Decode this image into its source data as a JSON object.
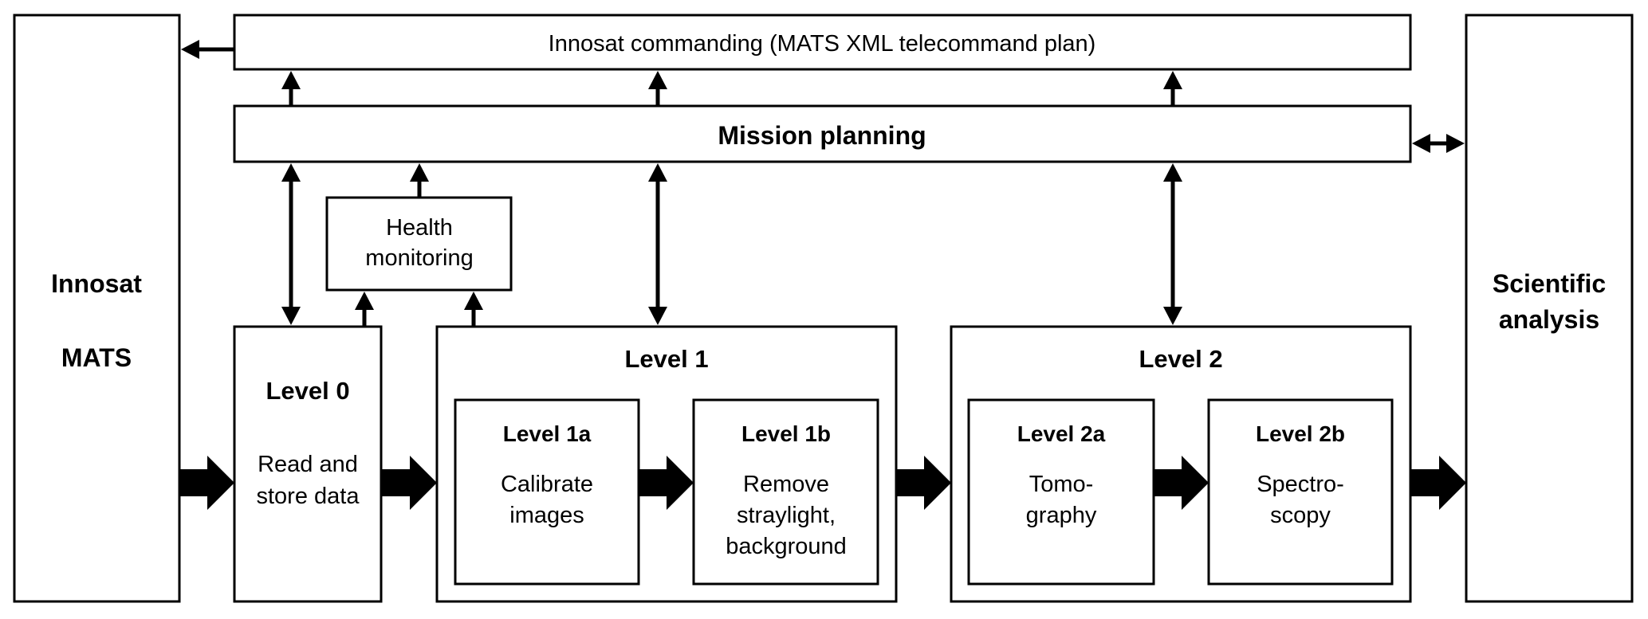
{
  "diagram": {
    "innosat": {
      "line1": "Innosat",
      "line2": "MATS"
    },
    "scientific": {
      "line1": "Scientific",
      "line2": "analysis"
    },
    "commanding": {
      "label": "Innosat commanding (MATS XML telecommand plan)"
    },
    "mission_planning": {
      "label": "Mission planning"
    },
    "health": {
      "line1": "Health",
      "line2": "monitoring"
    },
    "level0": {
      "title": "Level 0",
      "line1": "Read and",
      "line2": "store data"
    },
    "level1": {
      "title": "Level 1",
      "a": {
        "title": "Level 1a",
        "line1": "Calibrate",
        "line2": "images"
      },
      "b": {
        "title": "Level 1b",
        "line1": "Remove",
        "line2": "straylight,",
        "line3": "background"
      }
    },
    "level2": {
      "title": "Level 2",
      "a": {
        "title": "Level 2a",
        "line1": "Tomo-",
        "line2": "graphy"
      },
      "b": {
        "title": "Level 2b",
        "line1": "Spectro-",
        "line2": "scopy"
      }
    }
  },
  "colors": {
    "stroke": "#000000",
    "fill": "#ffffff"
  }
}
